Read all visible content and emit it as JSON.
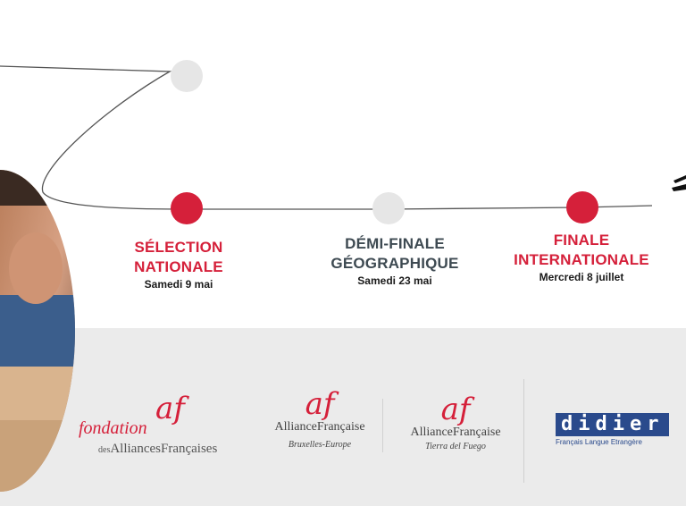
{
  "stages": [
    {
      "title_line1": "SÉLECTION",
      "title_line2": "NATIONALE",
      "date": "Samedi 9 mai",
      "color": "#d5203a"
    },
    {
      "title_line1": "DÉMI-FINALE",
      "title_line2": "GÉOGRAPHIQUE",
      "date": "Samedi 23 mai",
      "color": "#3e4a52"
    },
    {
      "title_line1": "FINALE",
      "title_line2": "INTERNATIONALE",
      "date": "Mercredi 8 juillet",
      "color": "#d5203a"
    }
  ],
  "logos": {
    "fondation": {
      "mark": "af",
      "line1": "fondation",
      "line2_prefix": "des",
      "line2": "AlliancesFrançaises"
    },
    "bruxelles": {
      "mark": "af",
      "name": "AllianceFrançaise",
      "sub": "Bruxelles-Europe"
    },
    "tierra": {
      "mark": "af",
      "name": "AllianceFrançaise",
      "sub": "Tierra del Fuego"
    },
    "didier": {
      "name": "didier",
      "sub": "Français Langue Etrangère"
    }
  },
  "colors": {
    "accent": "#d5203a",
    "node_gray": "#e6e6e6",
    "footer_bg": "#ebebeb",
    "didier_blue": "#2a4a8c"
  }
}
